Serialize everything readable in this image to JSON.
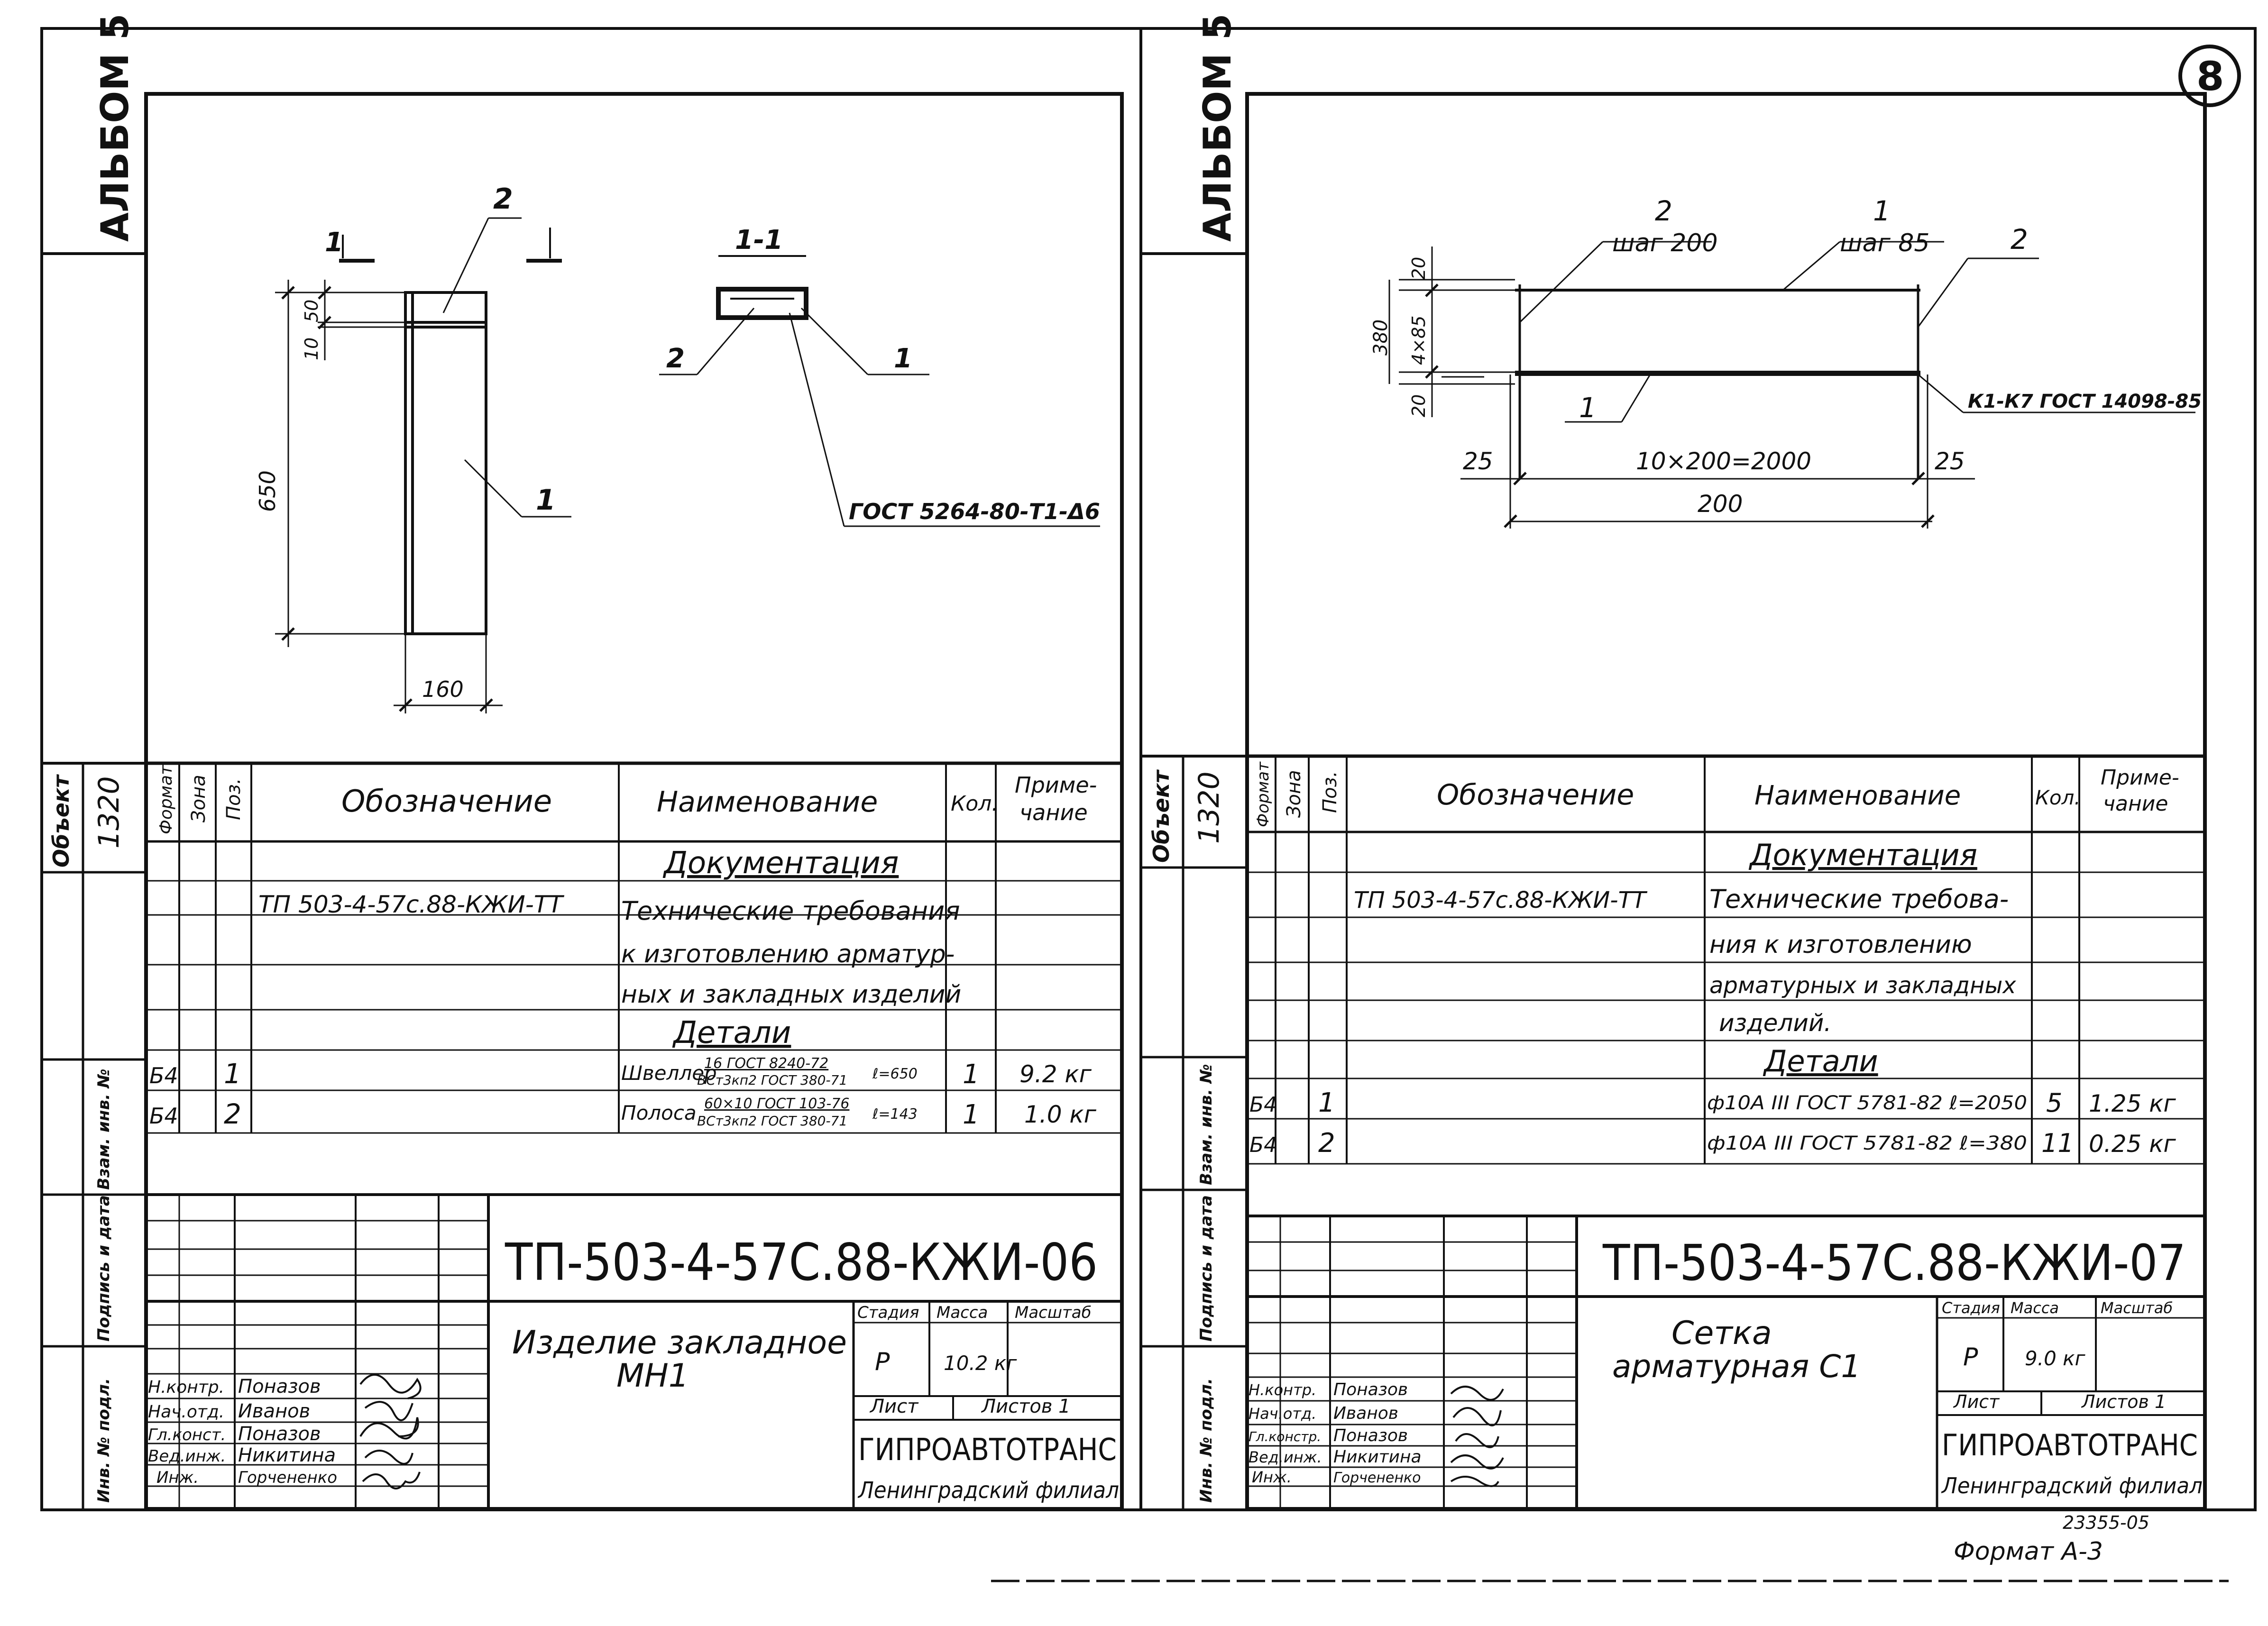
{
  "left": {
    "album": "АЛЬБОМ 5",
    "object_label": "Объект",
    "object_no": "1320",
    "side_labels": [
      "Взам. инв. №",
      "Подпись и дата",
      "Инв. № подл."
    ],
    "drawing": {
      "sec_mark": "1",
      "sec_mark_right": "",
      "pos_2": "2",
      "pos_1": "1",
      "dim_650": "650",
      "dim_10": "10",
      "dim_50": "50",
      "dim_160": "160",
      "section_title": "1-1",
      "sec_pos_2": "2",
      "sec_pos_1": "1",
      "weld_note": "ГОСТ 5264-80-Т1-Δ6"
    },
    "spec": {
      "headers": [
        "Формат",
        "Зона",
        "Поз.",
        "Обозначение",
        "Наименование",
        "Кол.",
        "Приме-",
        "чание"
      ],
      "doc_heading": "Документация",
      "doc_code": "ТП 503-4-57с.88-КЖИ-ТТ",
      "doc_lines": [
        "Технические требования",
        "к изготовлению арматур-",
        "ных и закладных изделий"
      ],
      "details_heading": "Детали",
      "rows": [
        {
          "fmt": "Б4",
          "pos": "1",
          "name": "Швеллер",
          "std_top": "16 ГОСТ 8240-72",
          "std_bot": "ВСт3кп2 ГОСТ 380-71",
          "len": "ℓ=650",
          "qty": "1",
          "note": "9.2 кг"
        },
        {
          "fmt": "Б4",
          "pos": "2",
          "name": "Полоса",
          "std_top": "60×10 ГОСТ 103-76",
          "std_bot": "ВСт3кп2 ГОСТ 380-71",
          "len": "ℓ=143",
          "qty": "1",
          "note": "1.0 кг"
        }
      ]
    },
    "title_block": {
      "code": "ТП-503-4-57С.88-КЖИ-06",
      "product": [
        "Изделие закладное",
        "МН1"
      ],
      "stage_label": "Стадия",
      "mass_label": "Масса",
      "scale_label": "Масштаб",
      "stage": "Р",
      "mass": "10.2 кг",
      "sheet_label": "Лист",
      "sheets_label": "Листов 1",
      "org": "ГИПРОАВТОТРАНС",
      "branch": "Ленинградский филиал",
      "staff": [
        {
          "role": "Н.контр.",
          "name": "Поназов"
        },
        {
          "role": "Нач.отд.",
          "name": "Иванов"
        },
        {
          "role": "Гл.конст.",
          "name": "Поназов"
        },
        {
          "role": "Вед.инж.",
          "name": "Никитина"
        },
        {
          "role": "Инж.",
          "name": "Горчененко"
        }
      ]
    }
  },
  "right": {
    "album": "АЛЬБОМ 5",
    "sheet_no": "8",
    "object_label": "Объект",
    "object_no": "1320",
    "side_labels": [
      "Взам. инв. №",
      "Подпись и дата",
      "Инв. № подл."
    ],
    "drawing": {
      "pos_2a": "2",
      "step_200": "шаг 200",
      "pos_1a": "1",
      "step_85": "шаг 85",
      "pos_2b": "2",
      "pos_1b": "1",
      "dim_380": "380",
      "dim_20a": "20",
      "dim_4x85": "4×85",
      "dim_20b": "20",
      "dim_25a": "25",
      "dim_mid": "10×200=2000",
      "dim_25b": "25",
      "dim_total": "200",
      "weld_note": "К1-К7 ГОСТ 14098-85"
    },
    "spec": {
      "headers": [
        "Формат",
        "Зона",
        "Поз.",
        "Обозначение",
        "Наименование",
        "Кол.",
        "Приме-",
        "чание"
      ],
      "doc_heading": "Документация",
      "doc_code": "ТП 503-4-57с.88-КЖИ-ТТ",
      "doc_lines": [
        "Технические требова-",
        "ния к изготовлению",
        "арматурных и закладных",
        "изделий."
      ],
      "details_heading": "Детали",
      "rows": [
        {
          "fmt": "Б4",
          "pos": "1",
          "desc": "ф10А III ГОСТ 5781-82 ℓ=2050",
          "qty": "5",
          "note": "1.25 кг"
        },
        {
          "fmt": "Б4",
          "pos": "2",
          "desc": "ф10А III ГОСТ 5781-82 ℓ=380",
          "qty": "11",
          "note": "0.25 кг"
        }
      ]
    },
    "title_block": {
      "code": "ТП-503-4-57С.88-КЖИ-07",
      "product": [
        "Сетка",
        "арматурная С1"
      ],
      "stage_label": "Стадия",
      "mass_label": "Масса",
      "scale_label": "Масштаб",
      "stage": "Р",
      "mass": "9.0 кг",
      "sheet_label": "Лист",
      "sheets_label": "Листов 1",
      "org": "ГИПРОАВТОТРАНС",
      "branch": "Ленинградский филиал",
      "staff": [
        {
          "role": "Н.контр.",
          "name": "Поназов"
        },
        {
          "role": "Нач.отд.",
          "name": "Иванов"
        },
        {
          "role": "Гл.констр.",
          "name": "Поназов"
        },
        {
          "role": "Вед.инж.",
          "name": "Никитина"
        },
        {
          "role": "Инж.",
          "name": "Горчененко"
        }
      ]
    },
    "footer_code": "23355-05",
    "format": "Формат А-3"
  }
}
